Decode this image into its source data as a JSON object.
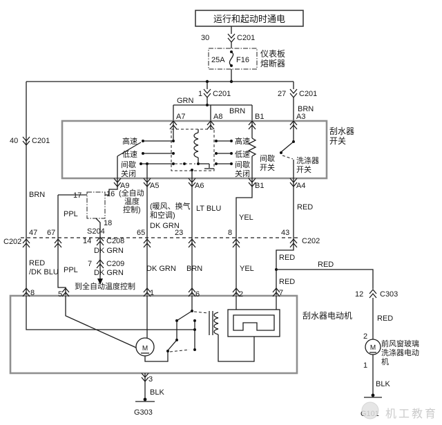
{
  "title": "运行和起动时通电",
  "fuse": {
    "amp": "25A",
    "id": "F16",
    "label1": "仪表板",
    "label2": "熔断器"
  },
  "conn": {
    "n30": "30",
    "n1": "1",
    "n27": "27",
    "n40": "40",
    "c201": "C201",
    "c202": "C202",
    "c208": "C208",
    "c209": "C209",
    "c303": "C303",
    "s204": "S204",
    "p47": "47",
    "p67": "67",
    "p65": "65",
    "p23": "23",
    "p8": "8",
    "p43": "43",
    "p14": "14",
    "p7": "7",
    "p12": "12",
    "p17": "17",
    "p16": "16",
    "p18": "18"
  },
  "wire": {
    "grn": "GRN",
    "brn": "BRN",
    "ppl": "PPL",
    "ltblu": "LT BLU",
    "yel": "YEL",
    "red": "RED",
    "dkblu": "/DK BLU",
    "dkgrn": "DK GRN",
    "blk": "BLK"
  },
  "sw": {
    "label1": "刮水器",
    "label2": "开关",
    "a7": "A7",
    "a8": "A8",
    "b1": "B1",
    "a3": "A3",
    "a9": "A9",
    "a5": "A5",
    "a6": "A6",
    "a4": "A4",
    "hi": "高速",
    "lo": "低速",
    "int": "间歇",
    "off": "关闭",
    "int_sw1": "间歇",
    "int_sw2": "开关",
    "wash1": "洗涤器",
    "wash2": "开关",
    "note9a": "(全自动",
    "note9b": "温度",
    "note9c": "控制)",
    "note5a": "(暖风、换气",
    "note5b": "和空调)"
  },
  "motor": {
    "label": "刮水器电动机",
    "m": "M",
    "p8": "8",
    "p5": "5",
    "p1": "1",
    "p6": "6",
    "p2": "2",
    "p7": "7",
    "p3": "3"
  },
  "washer": {
    "l1": "前风窗玻璃",
    "l2": "洗涤器电动",
    "l3": "机",
    "p2": "2",
    "p1": "1",
    "m": "M"
  },
  "ground": {
    "g303": "G303",
    "g101": "G101"
  },
  "dest": "到全自动温度控制",
  "wm": "机工教育"
}
